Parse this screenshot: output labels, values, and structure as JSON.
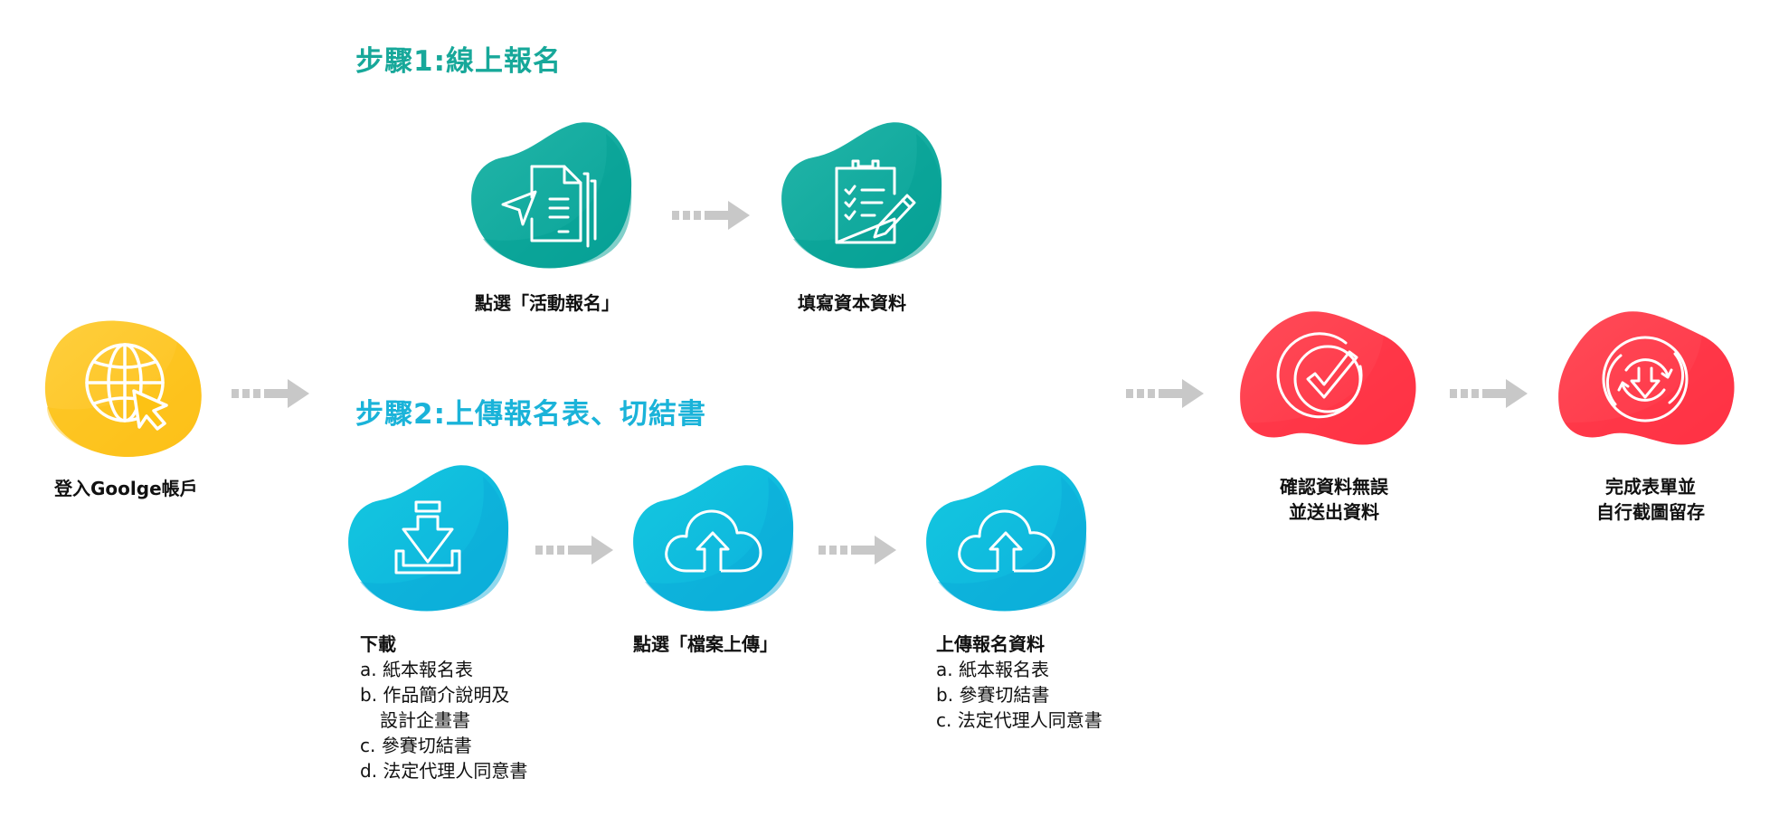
{
  "colors": {
    "teal": "#17a89a",
    "cyan": "#12bfe0",
    "yellow": "#fec52a",
    "red": "#ff3d4d",
    "arrow_gray": "#c8c8c8",
    "icon_stroke": "#ffffff"
  },
  "start": {
    "icon": "globe-cursor-icon",
    "label": "登入Goolge帳戶"
  },
  "step1": {
    "title": "步驟1:線上報名",
    "nodes": [
      {
        "icon": "document-send-icon",
        "label": "點選「活動報名」"
      },
      {
        "icon": "clipboard-edit-icon",
        "label": "填寫資本資料"
      }
    ]
  },
  "step2": {
    "title": "步驟2:上傳報名表、切結書",
    "nodes": [
      {
        "icon": "download-icon",
        "heading": "下載",
        "items": [
          "a. 紙本報名表",
          "b. 作品簡介說明及",
          "設計企畫書",
          "c. 參賽切結書",
          "d. 法定代理人同意書"
        ]
      },
      {
        "icon": "cloud-upload-icon",
        "label": "點選「檔案上傳」"
      },
      {
        "icon": "cloud-upload-icon",
        "heading": "上傳報名資料",
        "items": [
          "a. 紙本報名表",
          "b. 參賽切結書",
          "c. 法定代理人同意書"
        ]
      }
    ]
  },
  "finish": [
    {
      "icon": "check-circle-icon",
      "label_lines": [
        "確認資料無誤",
        "並送出資料"
      ]
    },
    {
      "icon": "refresh-download-icon",
      "label_lines": [
        "完成表單並",
        "自行截圖留存"
      ]
    }
  ]
}
